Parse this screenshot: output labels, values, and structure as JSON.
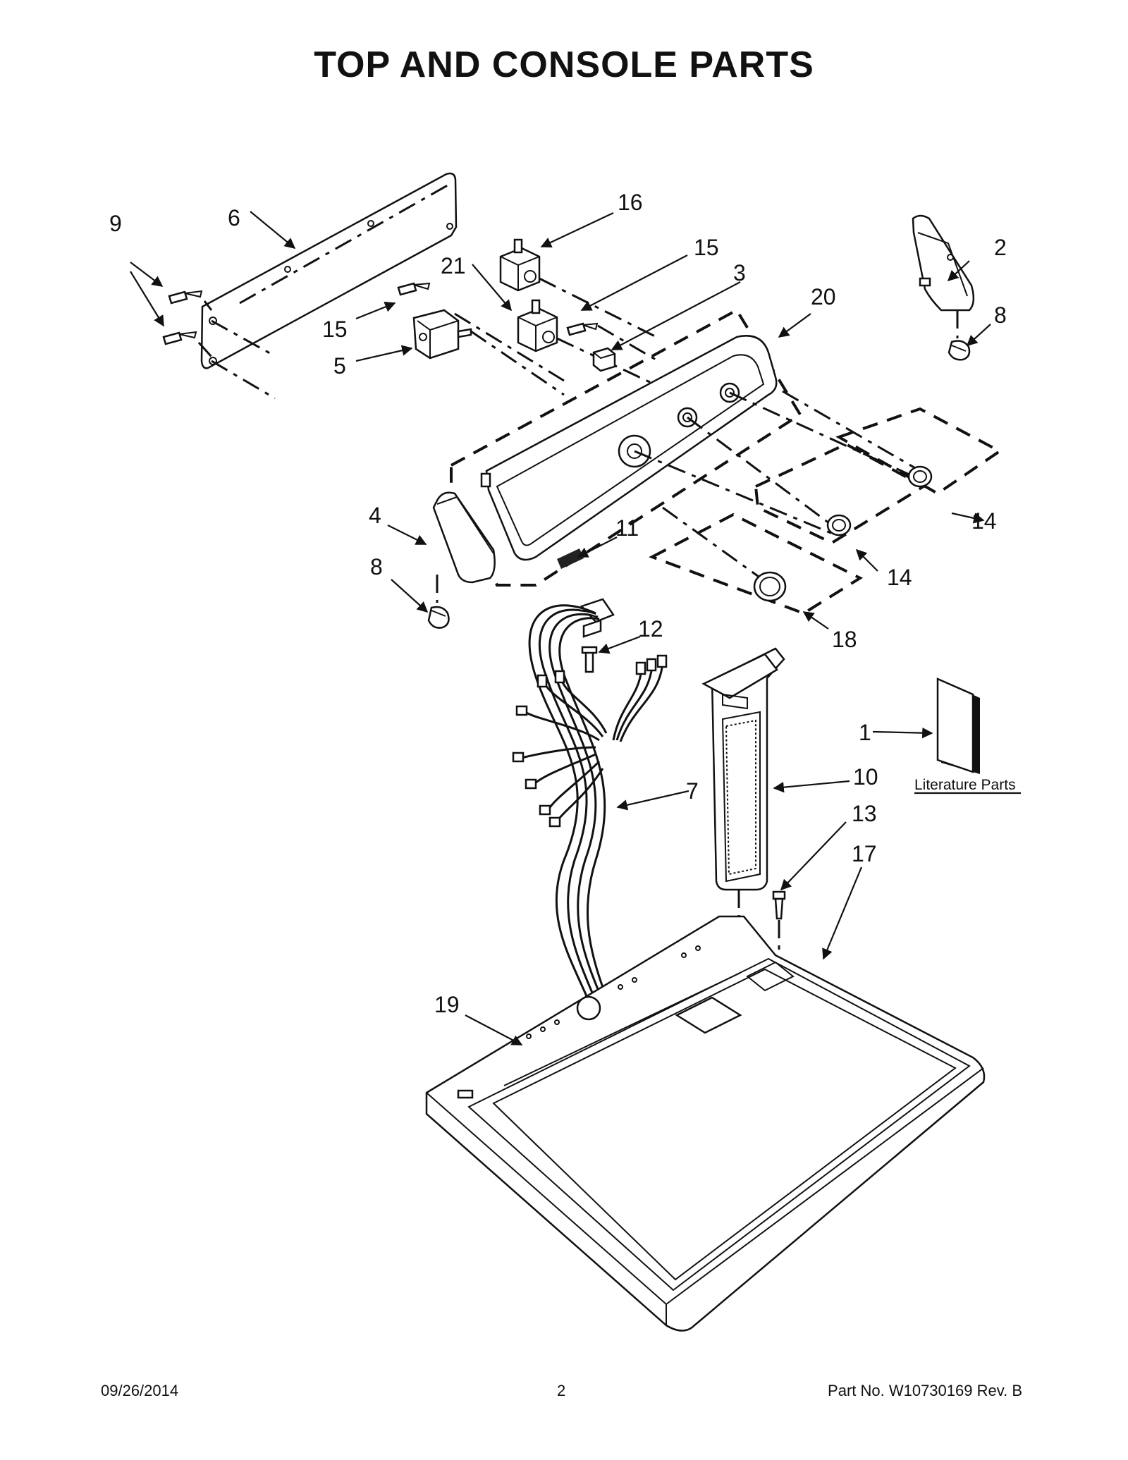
{
  "page": {
    "title": "TOP AND CONSOLE PARTS",
    "footer": {
      "date": "09/26/2014",
      "page_number": "2",
      "part_number": "Part No.  W10730169  Rev.  B"
    }
  },
  "callouts": [
    {
      "id": "c1",
      "label": "1"
    },
    {
      "id": "c2",
      "label": "2"
    },
    {
      "id": "c3",
      "label": "3"
    },
    {
      "id": "c4",
      "label": "4"
    },
    {
      "id": "c5",
      "label": "5"
    },
    {
      "id": "c6",
      "label": "6"
    },
    {
      "id": "c7",
      "label": "7"
    },
    {
      "id": "c8a",
      "label": "8"
    },
    {
      "id": "c8b",
      "label": "8"
    },
    {
      "id": "c9",
      "label": "9"
    },
    {
      "id": "c10",
      "label": "10"
    },
    {
      "id": "c11",
      "label": "11"
    },
    {
      "id": "c12",
      "label": "12"
    },
    {
      "id": "c13",
      "label": "13"
    },
    {
      "id": "c14a",
      "label": "14"
    },
    {
      "id": "c14b",
      "label": "14"
    },
    {
      "id": "c15a",
      "label": "15"
    },
    {
      "id": "c15b",
      "label": "15"
    },
    {
      "id": "c16",
      "label": "16"
    },
    {
      "id": "c17",
      "label": "17"
    },
    {
      "id": "c18",
      "label": "18"
    },
    {
      "id": "c19",
      "label": "19"
    },
    {
      "id": "c20",
      "label": "20"
    },
    {
      "id": "c21",
      "label": "21"
    }
  ],
  "literature": {
    "label": "Literature Parts"
  }
}
